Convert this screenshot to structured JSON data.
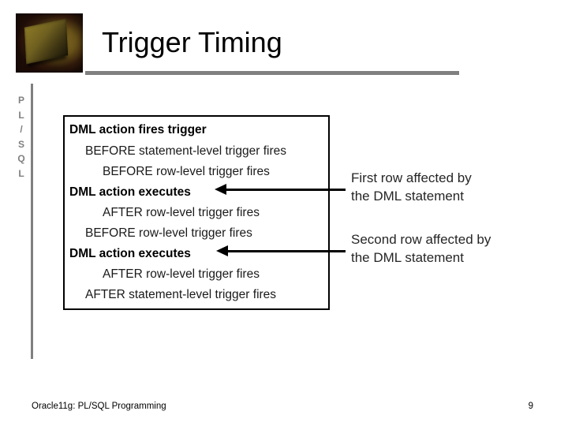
{
  "header": {
    "title": "Trigger Timing",
    "thumbnail_alt": "book-thumbnail",
    "rule_color": "#808080"
  },
  "side_label": {
    "letters": [
      "P",
      "L",
      "/",
      "S",
      "Q",
      "L"
    ],
    "color": "#808080"
  },
  "diagram": {
    "border_color": "#000000",
    "lines": [
      {
        "text": "DML action fires trigger",
        "bold": true,
        "indent": 0
      },
      {
        "text": "BEFORE statement-level trigger fires",
        "bold": false,
        "indent": 1
      },
      {
        "text": "BEFORE row-level trigger fires",
        "bold": false,
        "indent": 2
      },
      {
        "text": "DML action executes",
        "bold": true,
        "indent": 0
      },
      {
        "text": "AFTER row-level trigger fires",
        "bold": false,
        "indent": 2
      },
      {
        "text": "BEFORE row-level trigger fires",
        "bold": false,
        "indent": 1
      },
      {
        "text": "DML action executes",
        "bold": true,
        "indent": 0
      },
      {
        "text": "AFTER row-level trigger fires",
        "bold": false,
        "indent": 2
      },
      {
        "text": "AFTER statement-level trigger fires",
        "bold": false,
        "indent": 1
      }
    ]
  },
  "annotations": [
    {
      "line1": "First row affected by",
      "line2": "the DML statement"
    },
    {
      "line1": "Second row affected by",
      "line2": "the DML statement"
    }
  ],
  "footer": {
    "text": "Oracle11g: PL/SQL Programming",
    "page_number": "9"
  }
}
